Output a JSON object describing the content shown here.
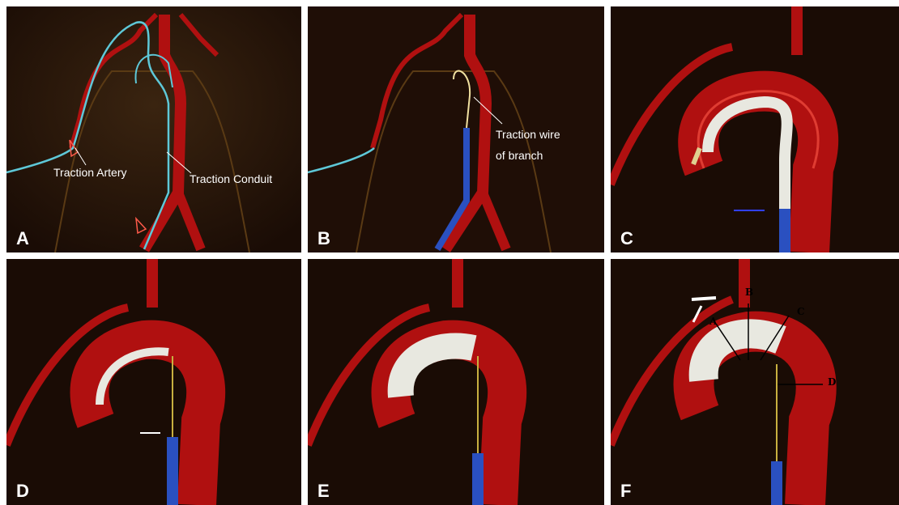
{
  "colors": {
    "background": "#1a0c05",
    "vessel": "#b01010",
    "vessel_edge": "#ff5a4a",
    "traction_line": "#5ec8d8",
    "delivery_sheath": "#2a50c0",
    "stent_graft": "#e8e8e0"
  },
  "panels": [
    {
      "label": "A",
      "annotations": [
        "Traction Artery",
        "Traction Conduit"
      ]
    },
    {
      "label": "B",
      "annotations": [
        "Traction wire",
        "of branch"
      ]
    },
    {
      "label": "C",
      "annotations": []
    },
    {
      "label": "D",
      "annotations": []
    },
    {
      "label": "E",
      "annotations": []
    },
    {
      "label": "F",
      "annotations": [],
      "measure_labels": [
        "A",
        "B",
        "C",
        "D"
      ]
    }
  ],
  "icons": [
    "right-arrow-icon",
    "pointer-arrow-icon"
  ]
}
